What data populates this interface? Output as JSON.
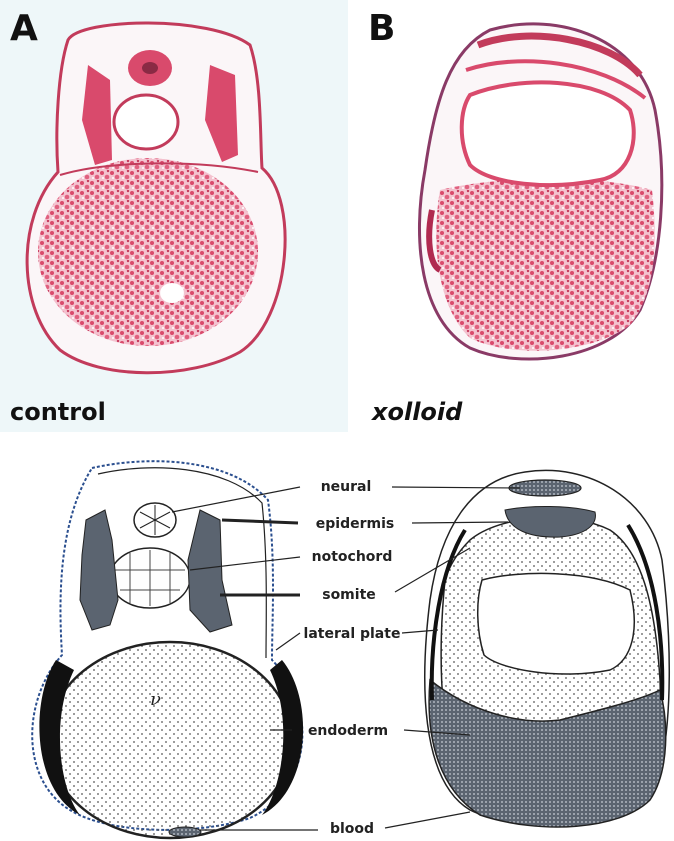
{
  "panels": {
    "a": {
      "letter": "A",
      "caption": "control"
    },
    "b": {
      "letter": "B",
      "caption": "xolloid"
    }
  },
  "labels": {
    "neural": "neural",
    "epidermis": "epidermis",
    "notochord": "notochord",
    "somite": "somite",
    "lateral_plate": "lateral plate",
    "endoderm": "endoderm",
    "blood": "blood"
  },
  "colors": {
    "stain_pink": "#d94a6c",
    "stain_light": "#f4c2cf",
    "mesoderm_gray": "#5b6470",
    "epidermis_blue": "#2b4f8f",
    "ink": "#111111"
  }
}
